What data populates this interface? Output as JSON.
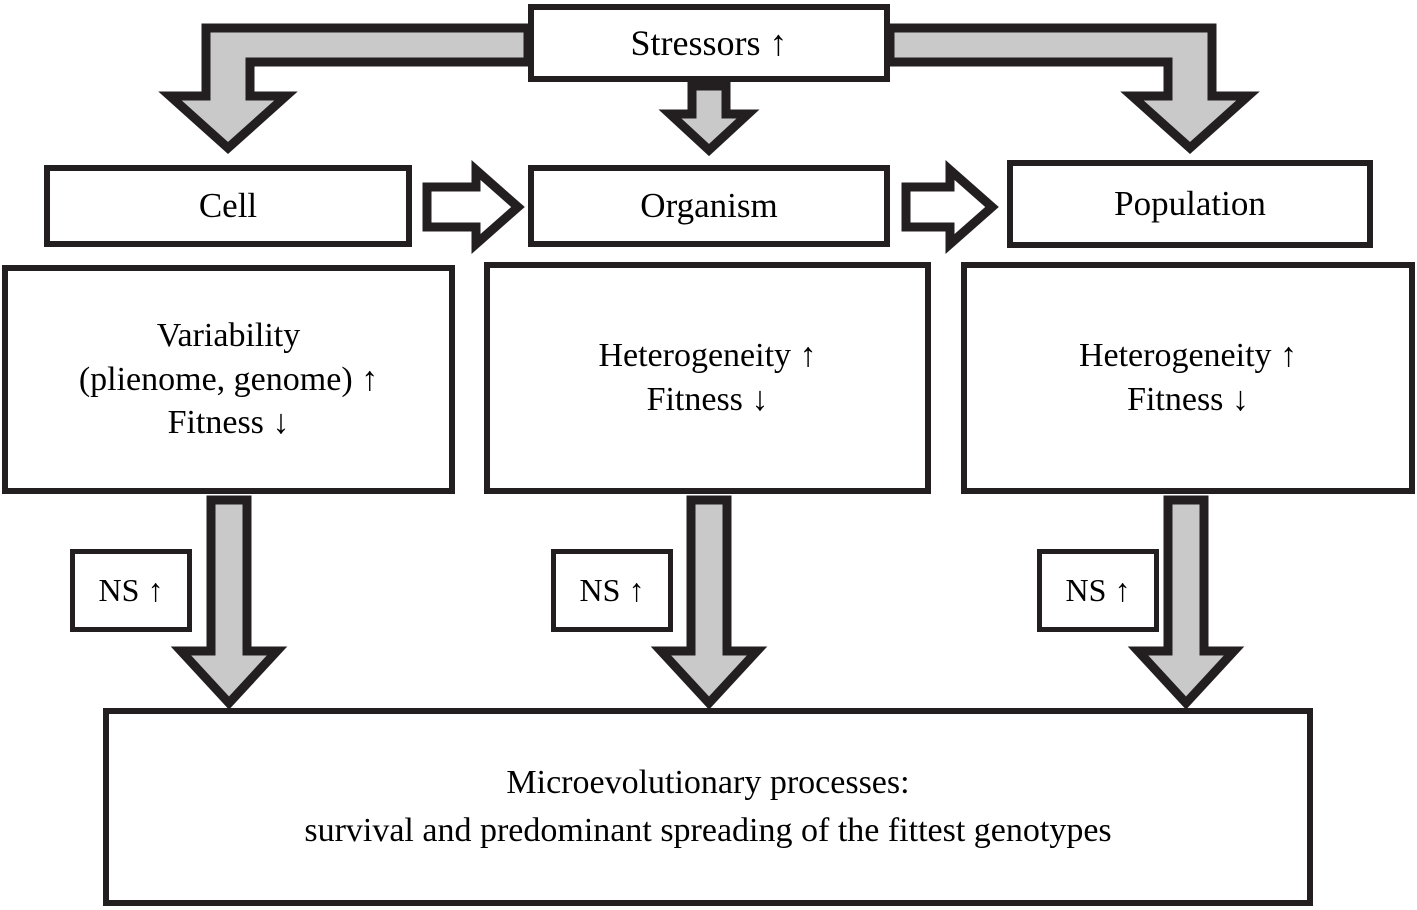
{
  "diagram": {
    "title": "Stressor-driven microevolution flowchart",
    "colors": {
      "stroke": "#231f20",
      "arrow_fill_gray": "#c9c9c9",
      "arrow_fill_white": "#ffffff",
      "background": "#ffffff",
      "text": "#000000"
    },
    "nodes": {
      "stressors": {
        "label": "Stressors ↑"
      },
      "cell": {
        "label": "Cell"
      },
      "organism": {
        "label": "Organism"
      },
      "population": {
        "label": "Population"
      },
      "variability": {
        "label": "Variability\n(plienome, genome) ↑\nFitness ↓"
      },
      "heterogeneity_organism": {
        "label": "Heterogeneity ↑\nFitness ↓"
      },
      "heterogeneity_population": {
        "label": "Heterogeneity ↑\nFitness ↓"
      },
      "ns_cell": {
        "label": "NS ↑"
      },
      "ns_organism": {
        "label": "NS ↑"
      },
      "ns_population": {
        "label": "NS ↑"
      },
      "microevolution": {
        "label": "Microevolutionary processes:\nsurvival and predominant spreading of the fittest genotypes"
      }
    },
    "connectors": [
      {
        "name": "stressors-to-cell",
        "style": "gray-elbow-down-left",
        "from": "stressors",
        "to": "cell"
      },
      {
        "name": "stressors-to-organism",
        "style": "gray-straight-down",
        "from": "stressors",
        "to": "organism"
      },
      {
        "name": "stressors-to-population",
        "style": "gray-elbow-down-right",
        "from": "stressors",
        "to": "population"
      },
      {
        "name": "cell-to-organism",
        "style": "white-right",
        "from": "cell",
        "to": "organism"
      },
      {
        "name": "organism-to-population",
        "style": "white-right",
        "from": "organism",
        "to": "population"
      },
      {
        "name": "variability-to-microevolution",
        "style": "gray-straight-down",
        "from": "variability",
        "to": "microevolution"
      },
      {
        "name": "heterogeneity-organism-to-microevolution",
        "style": "gray-straight-down",
        "from": "heterogeneity_organism",
        "to": "microevolution"
      },
      {
        "name": "heterogeneity-population-to-microevolution",
        "style": "gray-straight-down",
        "from": "heterogeneity_population",
        "to": "microevolution"
      }
    ]
  }
}
